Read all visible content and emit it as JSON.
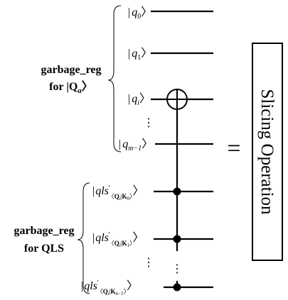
{
  "groups": [
    {
      "label_line1": "garbage_reg",
      "label_line2_prefix": "for |",
      "label_line2_main": "Q",
      "label_line2_sub": "a",
      "label_line2_suffix": "〉"
    },
    {
      "label_line1": "garbage_reg",
      "label_line2": "for  QLS"
    }
  ],
  "qubits": [
    {
      "prefix": "|",
      "var": "q",
      "sub": "0",
      "close": "〉"
    },
    {
      "prefix": "|",
      "var": "q",
      "sub": "1",
      "close": "〉"
    },
    {
      "prefix": "|",
      "var": "q",
      "sub": "i",
      "close": "〉"
    },
    {
      "prefix": "|",
      "var": "q",
      "sub": "m−1",
      "close": "〉"
    }
  ],
  "qls_registers": [
    {
      "prefix": "|",
      "var": "qls",
      "prime": "'",
      "sub_open": "〈",
      "sub_q": "Q",
      "sub_qi": "i",
      "sub_bar": "|",
      "sub_k": "K",
      "sub_ki": "0",
      "sub_close": "〉",
      "close": "〉"
    },
    {
      "prefix": "|",
      "var": "qls",
      "prime": "'",
      "sub_open": "〈",
      "sub_q": "Q",
      "sub_qi": "i",
      "sub_bar": "|",
      "sub_k": "K",
      "sub_ki": "1",
      "sub_close": "〉",
      "close": "〉"
    },
    {
      "prefix": "|",
      "var": "qls",
      "prime": "'",
      "sub_open": "〈",
      "sub_q": "Q",
      "sub_qi": "i",
      "sub_bar": "|",
      "sub_k": "K",
      "sub_ki": "n−1",
      "sub_close": "〉",
      "close": "〉"
    }
  ],
  "ellipsis": "⋮",
  "equals": "=",
  "operation_label": "Slicing Operation"
}
